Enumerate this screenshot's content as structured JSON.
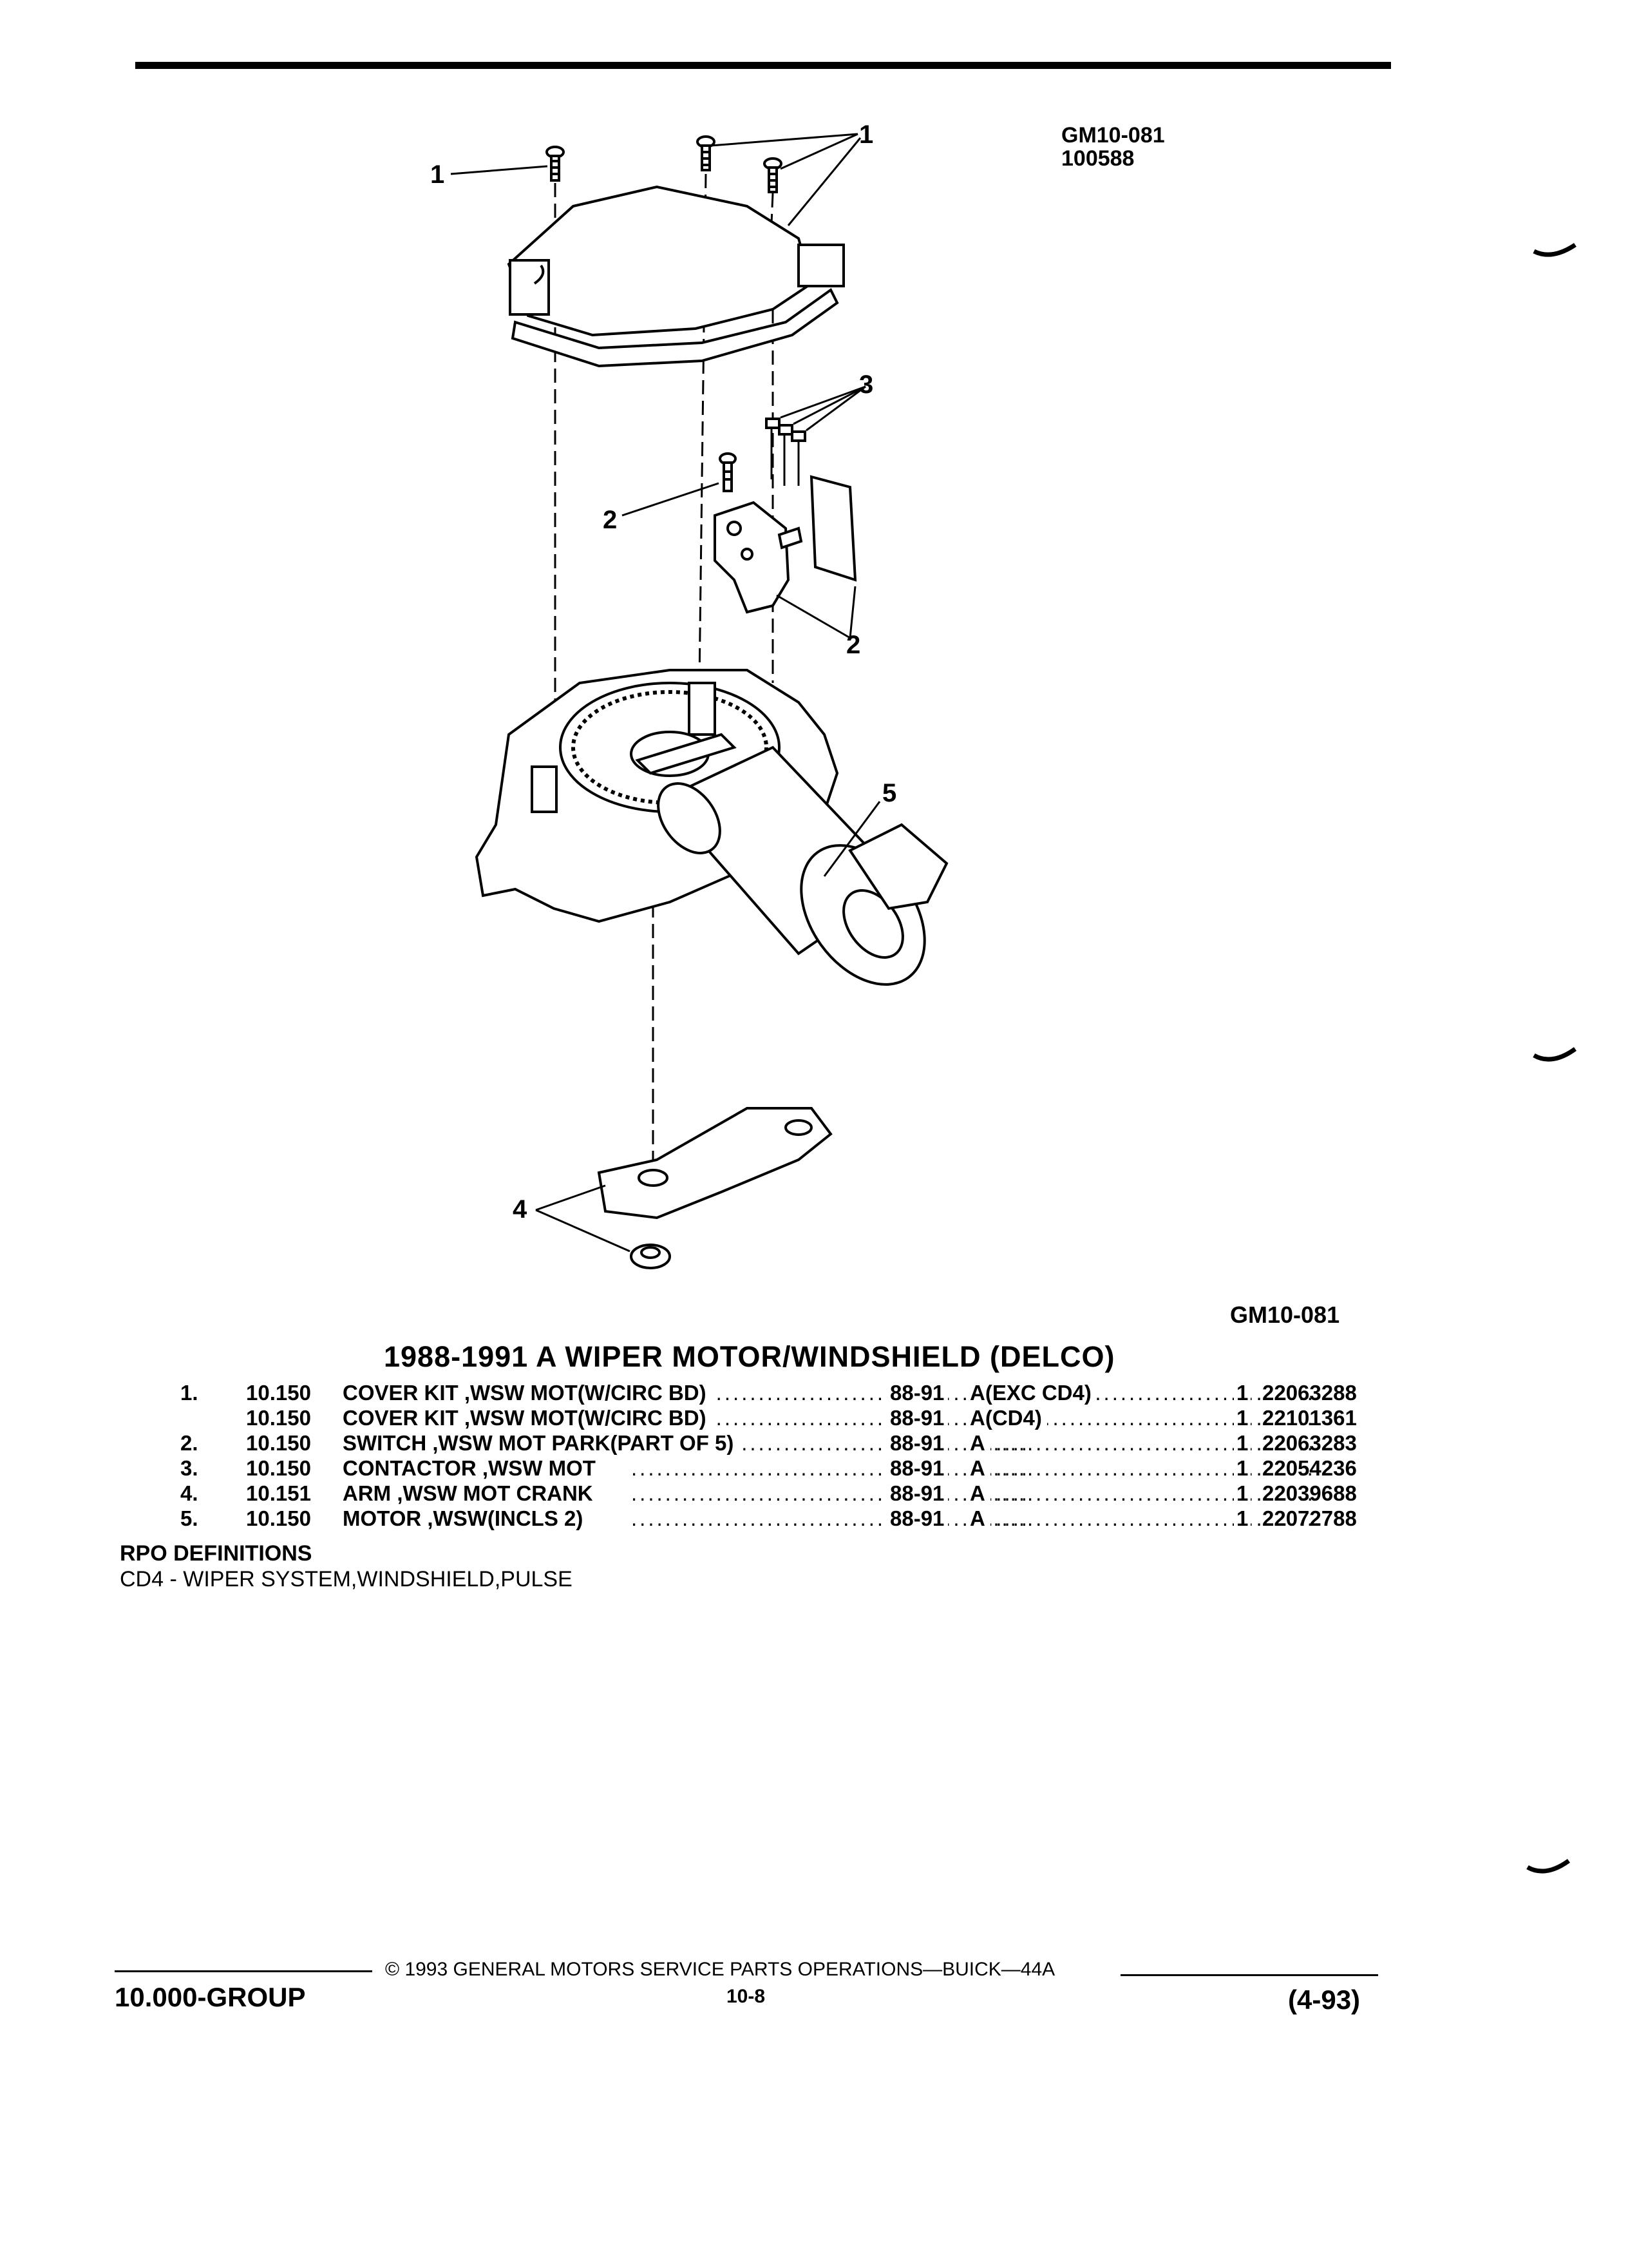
{
  "figure": {
    "id_line1": "GM10-081",
    "id_line2": "100588",
    "ref_bottom": "GM10-081"
  },
  "callouts": {
    "c1": "1",
    "c2": "1",
    "c3": "3",
    "c4": "2",
    "c5": "2",
    "c6": "5",
    "c7": "4"
  },
  "title": "1988-1991 A WIPER MOTOR/WINDSHIELD (DELCO)",
  "parts": [
    {
      "item": "1.",
      "group": "10.150",
      "desc": "COVER KIT ,WSW MOT(W/CIRC BD)",
      "years": "88-91",
      "model": "A(EXC CD4)",
      "qty": "1",
      "part_no": "22063288"
    },
    {
      "item": "",
      "group": "10.150",
      "desc": "COVER KIT ,WSW MOT(W/CIRC BD)",
      "years": "88-91",
      "model": "A(CD4)",
      "qty": "1",
      "part_no": "22101361"
    },
    {
      "item": "2.",
      "group": "10.150",
      "desc": "SWITCH ,WSW MOT PARK(PART OF 5)",
      "years": "88-91",
      "model": "A",
      "qty": "1",
      "part_no": "22063283"
    },
    {
      "item": "3.",
      "group": "10.150",
      "desc": "CONTACTOR ,WSW MOT",
      "years": "88-91",
      "model": "A",
      "qty": "1",
      "part_no": "22054236"
    },
    {
      "item": "4.",
      "group": "10.151",
      "desc": "ARM ,WSW MOT CRANK",
      "years": "88-91",
      "model": "A",
      "qty": "1",
      "part_no": "22039688"
    },
    {
      "item": "5.",
      "group": "10.150",
      "desc": "MOTOR ,WSW(INCLS 2)",
      "years": "88-91",
      "model": "A",
      "qty": "1",
      "part_no": "22072788"
    }
  ],
  "rpo": {
    "heading": "RPO DEFINITIONS",
    "definition": "CD4 - WIPER SYSTEM,WINDSHIELD,PULSE"
  },
  "footer": {
    "copyright": "© 1993 GENERAL MOTORS SERVICE PARTS OPERATIONS—BUICK—44A",
    "group": "10.000-GROUP",
    "page": "10-8",
    "date": "(4-93)"
  }
}
